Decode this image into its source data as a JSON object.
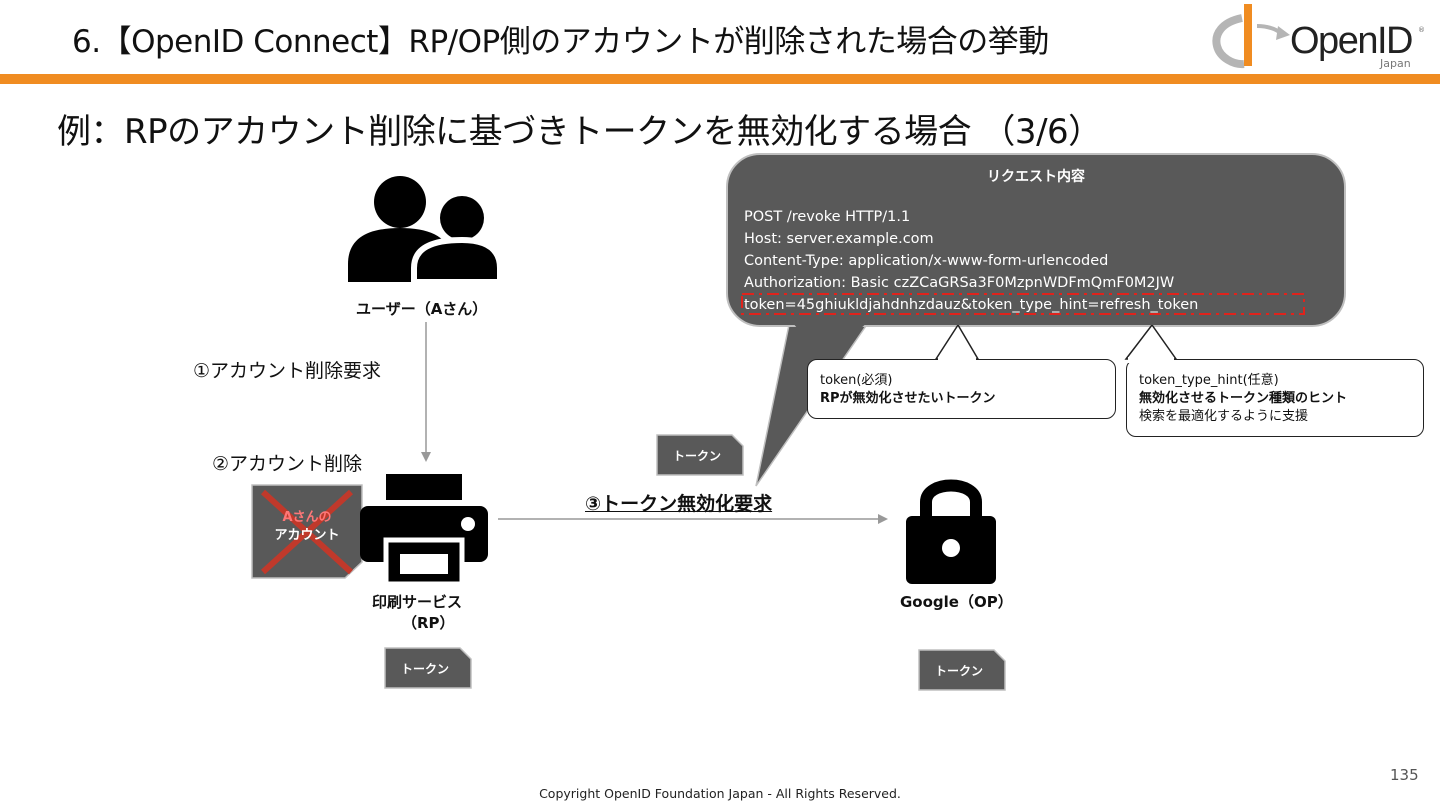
{
  "header": {
    "title": "6.【OpenID Connect】RP/OP側のアカウントが削除された場合の挙動",
    "logo_text": "OpenID",
    "logo_sub": "Japan",
    "logo_tm": "®"
  },
  "slide": {
    "subtitle": "例：RPのアカウント削除に基づきトークンを無効化する場合 （3/6）",
    "page_number": "135",
    "copyright": "Copyright OpenID Foundation Japan - All Rights Reserved."
  },
  "actors": {
    "user_label": "ユーザー（Aさん）",
    "rp_label_line1": "印刷サービス",
    "rp_label_line2": "（RP）",
    "op_label": "Google（OP）"
  },
  "steps": {
    "step1": "①アカウント削除要求",
    "step2": "②アカウント削除",
    "step3": "③トークン無効化要求"
  },
  "deleted_account": {
    "line1": "Aさんの",
    "line2": "アカウント"
  },
  "tokens": {
    "mid": "トークン",
    "rp": "トークン",
    "op": "トークン"
  },
  "request": {
    "title": "リクエスト内容",
    "lines": [
      "POST /revoke HTTP/1.1",
      "Host: server.example.com",
      "Content-Type: application/x-www-form-urlencoded",
      "Authorization: Basic czZCaGRSa3F0MzpnWDFmQmF0M2JW",
      "token=45ghiukldjahdnhzdauz&token_type_hint=refresh_token"
    ]
  },
  "callouts": {
    "token_title": "token(必須)",
    "token_desc": "RPが無効化させたいトークン",
    "hint_title": "token_type_hint(任意)",
    "hint_desc1": "無効化させるトークン種類のヒント",
    "hint_desc2": "検索を最適化するように支援"
  },
  "colors": {
    "accent": "#f08c21",
    "dark_box": "#595959",
    "cross": "#c0392b",
    "dashed_highlight": "#e0231c"
  }
}
